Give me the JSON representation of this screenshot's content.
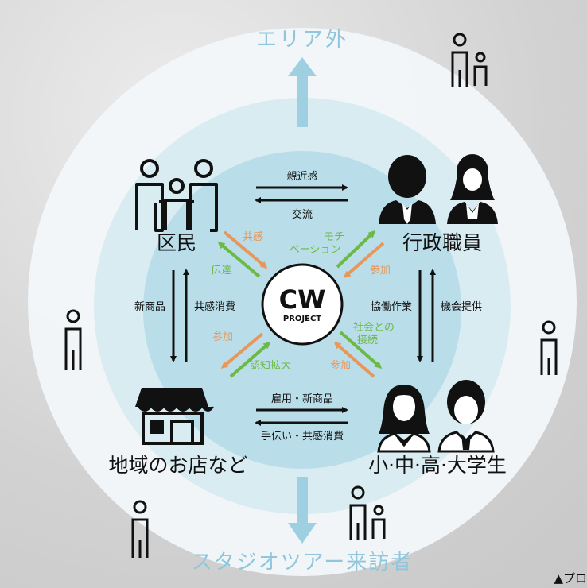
{
  "labels": {
    "outside_area": "エリア外",
    "residents": "区民",
    "officials": "行政職員",
    "shops": "地域のお店など",
    "students": "小·中·高·大学生",
    "visitors": "スタジオツアー来訪者"
  },
  "center": {
    "line1": "CW",
    "line2": "PROJECT"
  },
  "relations": {
    "top_forward": "親近感",
    "top_back": "交流",
    "bottom_forward": "雇用・新商品",
    "bottom_back": "手伝い・共感消費",
    "left_a": "新商品",
    "left_b": "共感消費",
    "right_a": "協働作業",
    "right_b": "機会提供",
    "nw_orange": "共感",
    "nw_green": "伝達",
    "ne_green_1": "モチ",
    "ne_green_2": "ベーション",
    "ne_orange": "参加",
    "sw_orange": "参加",
    "sw_green": "認知拡大",
    "se_green_1": "社会との",
    "se_green_2": "接続",
    "se_orange": "参加"
  },
  "caption": "▲プロ",
  "colors": {
    "orange": "#e8975a",
    "green": "#6cb944",
    "outer_ring": "#f2f7f9",
    "middle_ring": "#d9ecf2",
    "inner_ring": "#b9dde9",
    "area_text": "#8fc6dc"
  },
  "icons": [
    "family-icon",
    "businessman-icon",
    "businesswoman-icon",
    "shop-icon",
    "schoolgirl-icon",
    "schoolboy-icon",
    "person-icon",
    "parent-child-icon"
  ]
}
